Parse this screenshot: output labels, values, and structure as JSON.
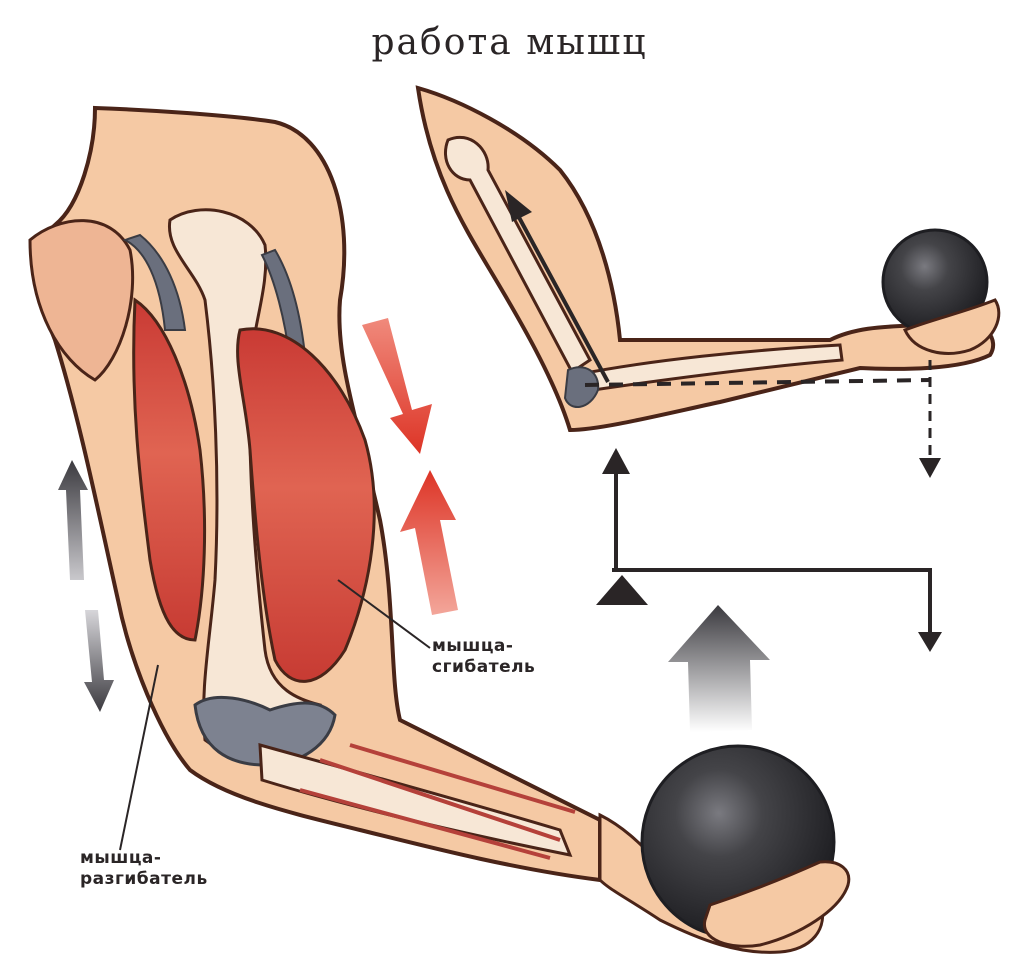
{
  "title": "работа мышц",
  "labels": {
    "flexor": [
      "мышца-",
      "сгибатель"
    ],
    "extensor": [
      "мышца-",
      "разгибатель"
    ]
  },
  "colors": {
    "skin": "#f5c9a4",
    "skin_shade": "#e8a882",
    "outline": "#4a2418",
    "muscle": "#d9453a",
    "muscle_light": "#ea7a66",
    "bone": "#f7e7d6",
    "tendon": "#6a6f7d",
    "ball": "#3b3a3d",
    "arrow_red": "#e23a2c",
    "arrow_dark": "#3e3d43",
    "text": "#2a2526"
  }
}
